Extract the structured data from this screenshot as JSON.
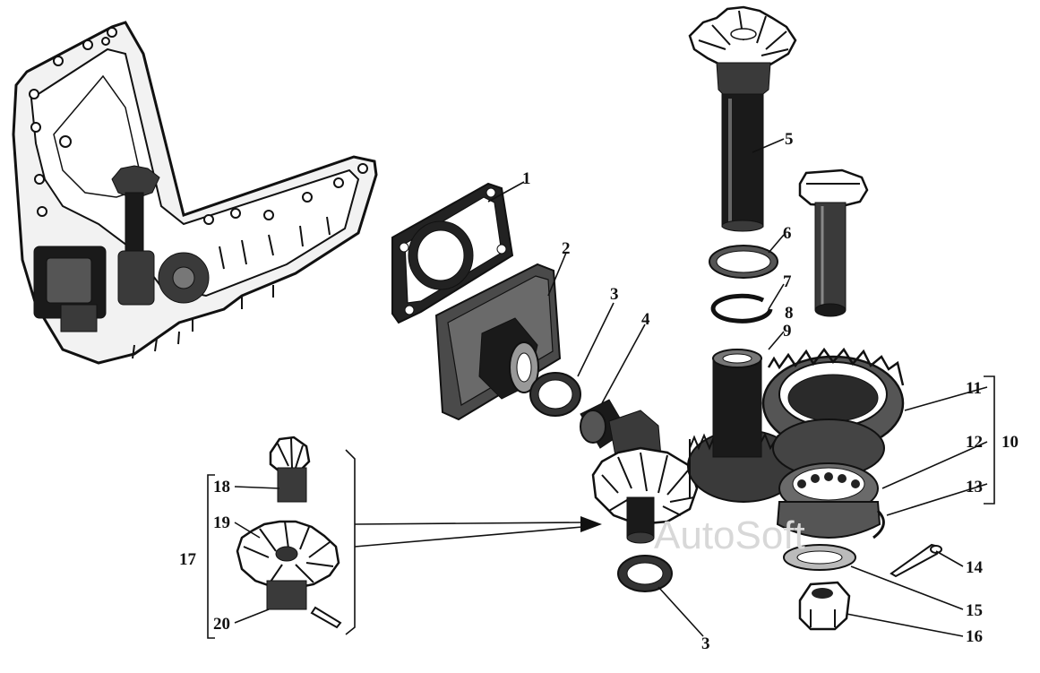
{
  "watermark": "AutoSoft",
  "callouts": {
    "c1": "1",
    "c2": "2",
    "c3a": "3",
    "c3b": "3",
    "c4": "4",
    "c5": "5",
    "c6": "6",
    "c7": "7",
    "c8": "8",
    "c9": "9",
    "c10": "10",
    "c11": "11",
    "c12": "12",
    "c13": "13",
    "c14": "14",
    "c15": "15",
    "c16": "16",
    "c17": "17",
    "c18": "18",
    "c19": "19",
    "c20": "20"
  }
}
